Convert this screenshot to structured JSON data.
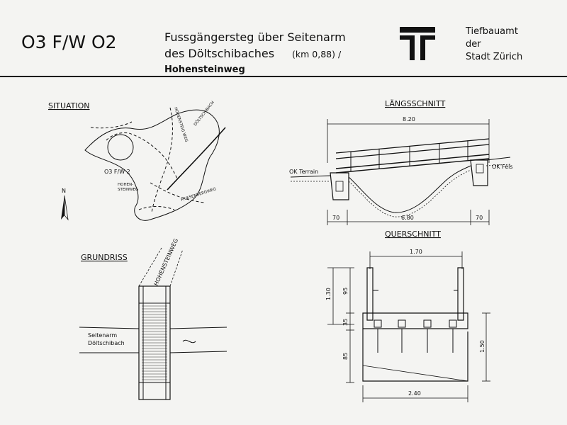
{
  "header": {
    "code": "O3 F/W O2",
    "title_line1": "Fussgängersteg über Seitenarm",
    "title_line2": "des Döltschibaches",
    "km": "(km 0,88) /",
    "title_line3": "Hohensteinweg",
    "org_line1": "Tiefbauamt",
    "org_line2": "der",
    "org_line3": "Stadt Zürich"
  },
  "situation": {
    "label": "SITUATION",
    "object_label": "O3 F/W 2",
    "hohensteinweg_label": "HOHEN-",
    "hohensteinweg_label2": "STEINWEG",
    "road_label1": "HOHENSTEIG WEG",
    "road_label2": "DÖLTSCHIBACH",
    "road_label3": "FRIESENBERGWEG",
    "north": "N"
  },
  "laengsschnitt": {
    "label": "LÄNGSSCHNITT",
    "span_total": "8.20",
    "terrain": "OK Terrain",
    "fels": "OK Fels",
    "dim_left": "70",
    "dim_mid": "6.80",
    "dim_right": "70"
  },
  "grundriss": {
    "label": "GRUNDRISS",
    "road": "HOHENSTEINWEG",
    "water1": "Seitenarm",
    "water2": "Döltschibach"
  },
  "querschnitt": {
    "label": "QUERSCHNITT",
    "width_top": "1.70",
    "width_bottom": "2.40",
    "dim_130": "1.30",
    "dim_95": "95",
    "dim_35": "35",
    "dim_85": "85",
    "dim_150": "1.50"
  }
}
